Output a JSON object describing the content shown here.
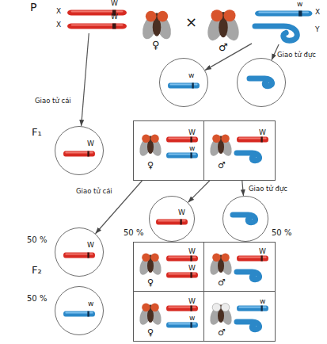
{
  "diagram": {
    "nodes": [
      {
        "text": [
          "X",
          "W",
          "X",
          "W"
        ]
      },
      {
        "text": [
          "w",
          "X",
          "Y"
        ]
      },
      {
        "text": [
          "w"
        ]
      },
      {
        "text": []
      },
      {
        "text": [
          "W"
        ]
      },
      {
        "text": [
          "♀",
          "W",
          "w"
        ]
      },
      {
        "text": [
          "♂",
          "W"
        ]
      },
      {
        "text": [
          "W"
        ]
      },
      {
        "text": []
      },
      {
        "text": [
          "W"
        ]
      },
      {
        "text": [
          "w"
        ]
      },
      {
        "text": [
          "♀",
          "W",
          "W"
        ]
      },
      {
        "text": [
          "♂",
          "W"
        ]
      },
      {
        "text": [
          "♀",
          "W",
          "w"
        ]
      },
      {
        "text": [
          "♂",
          "w"
        ]
      }
    ],
    "edges": [
      {
        "from": 0,
        "to": 4,
        "arrow": "to",
        "label": "Giao tử cái"
      },
      {
        "from": 1,
        "to": 2,
        "arrow": "to"
      },
      {
        "from": 1,
        "to": 3,
        "arrow": "to",
        "label": "Giao tử đực"
      },
      {
        "from": 5,
        "to": 9,
        "arrow": "to",
        "label": "Giao tử cái"
      },
      {
        "from": 6,
        "to": 7,
        "arrow": "to"
      },
      {
        "from": 6,
        "to": 8,
        "arrow": "to",
        "label": "Giao tử đực"
      }
    ],
    "labels": [
      "P",
      "♀",
      "×",
      "♂",
      "F₁",
      "50 %",
      "50 %",
      "F₂",
      "50 %",
      "50 %"
    ]
  }
}
